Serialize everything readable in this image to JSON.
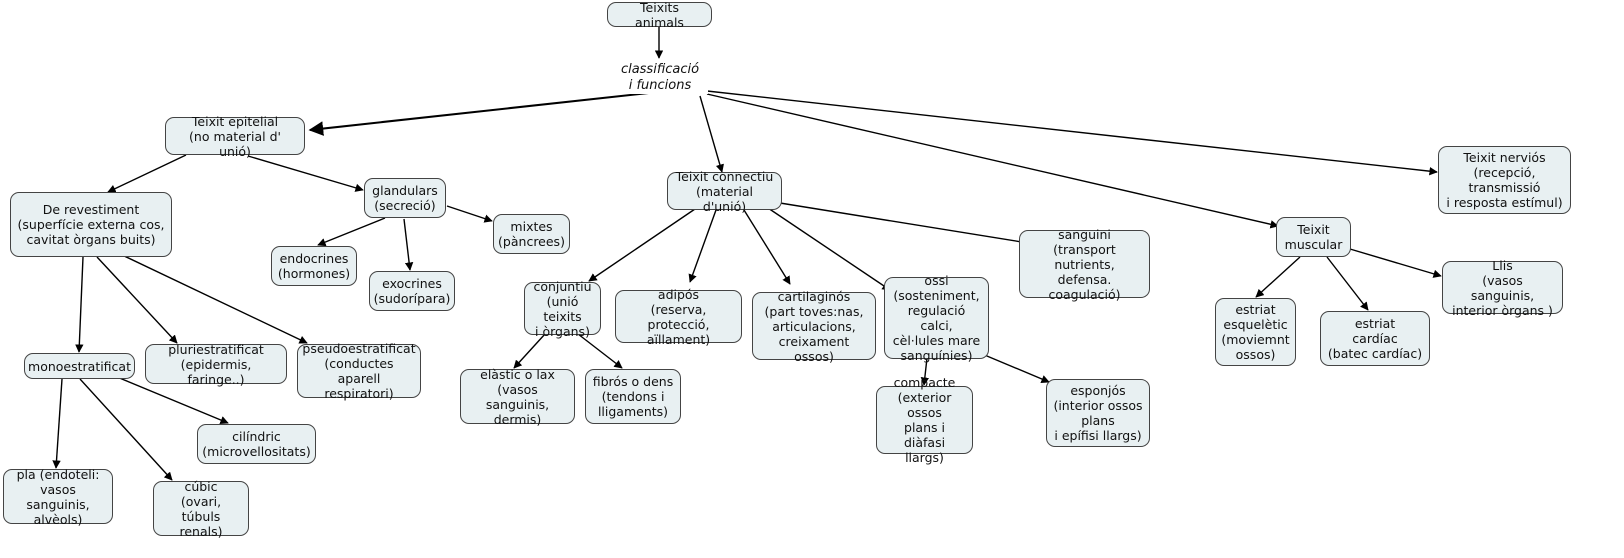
{
  "diagram": {
    "title": "Teixits animals",
    "style": {
      "node_fill": "#e8f0f2",
      "node_border": "#444444",
      "edge_color": "#000000",
      "text_color": "#111111",
      "background": "#ffffff"
    },
    "link_labels": [
      {
        "id": "classificacio",
        "text": "classificació\ni funcions"
      }
    ],
    "nodes": [
      {
        "id": "teixits-animals",
        "label": "Teixits animals"
      },
      {
        "id": "teixit-epitelial",
        "label": "Teixit epitelial\n(no  material d' unió)"
      },
      {
        "id": "de-revestiment",
        "label": "De revestiment\n(superfície externa cos,\ncavitat òrgans buits)"
      },
      {
        "id": "glandulars",
        "label": "glandulars\n(secreció)"
      },
      {
        "id": "endocrines",
        "label": "endocrines\n(hormones)"
      },
      {
        "id": "exocrines",
        "label": "exocrines\n(sudorípara)"
      },
      {
        "id": "mixtes",
        "label": "mixtes\n(pàncrees)"
      },
      {
        "id": "monoestratificat",
        "label": "monoestratificat"
      },
      {
        "id": "pluriestratificat",
        "label": "pluriestratificat\n(epidermis, faringe..)"
      },
      {
        "id": "pseudoestratificat",
        "label": "pseudoestratificat\n(conductes\naparell respiratori)"
      },
      {
        "id": "pla",
        "label": "pla  (endoteli:\nvasos sanguinis,\nalvèols)"
      },
      {
        "id": "cubic",
        "label": "cúbic\n(ovari,\ntúbuls renals)"
      },
      {
        "id": "cilindric",
        "label": "cilíndric\n(microvellositats)"
      },
      {
        "id": "teixit-connectiu",
        "label": "Teixit connectiu\n(material d'unió)"
      },
      {
        "id": "conjuntiu",
        "label": "conjuntiu\n(unió teixits\ni òrgans)"
      },
      {
        "id": "elastic",
        "label": "elàstic o lax\n(vasos sanguinis,\ndermis)"
      },
      {
        "id": "fibros",
        "label": "fibrós o dens\n(tendons i\nlligaments)"
      },
      {
        "id": "adipos",
        "label": "adipós\n(reserva, protecció,\naïllament)"
      },
      {
        "id": "cartilaginos",
        "label": "cartilaginós\n(part toves:nas,\narticulacions,\ncreixament ossos)"
      },
      {
        "id": "ossi",
        "label": "ossi\n(sosteniment,\nregulació calci,\ncèl·lules mare\nsanguínies)"
      },
      {
        "id": "compacte",
        "label": "compacte\n(exterior ossos\nplans i\ndiàfasi llargs)"
      },
      {
        "id": "esponjos",
        "label": "esponjós\n(interior ossos\nplans\ni epífisi llargs)"
      },
      {
        "id": "sanguini",
        "label": "sanguini\n(transport\nnutrients, defensa.\ncoagulació)"
      },
      {
        "id": "teixit-muscular",
        "label": "Teixit\nmuscular"
      },
      {
        "id": "estriat-esqueletic",
        "label": "estriat\nesquelètic\n(moviemnt\nossos)"
      },
      {
        "id": "estriat-cardiac",
        "label": "estriat\ncardíac\n(batec cardíac)"
      },
      {
        "id": "llis",
        "label": "Llis\n(vasos sanguinis,\ninterior òrgans )"
      },
      {
        "id": "teixit-nervios",
        "label": "Teixit nerviós\n(recepció,\ntransmissió\ni resposta estímul)"
      }
    ]
  }
}
